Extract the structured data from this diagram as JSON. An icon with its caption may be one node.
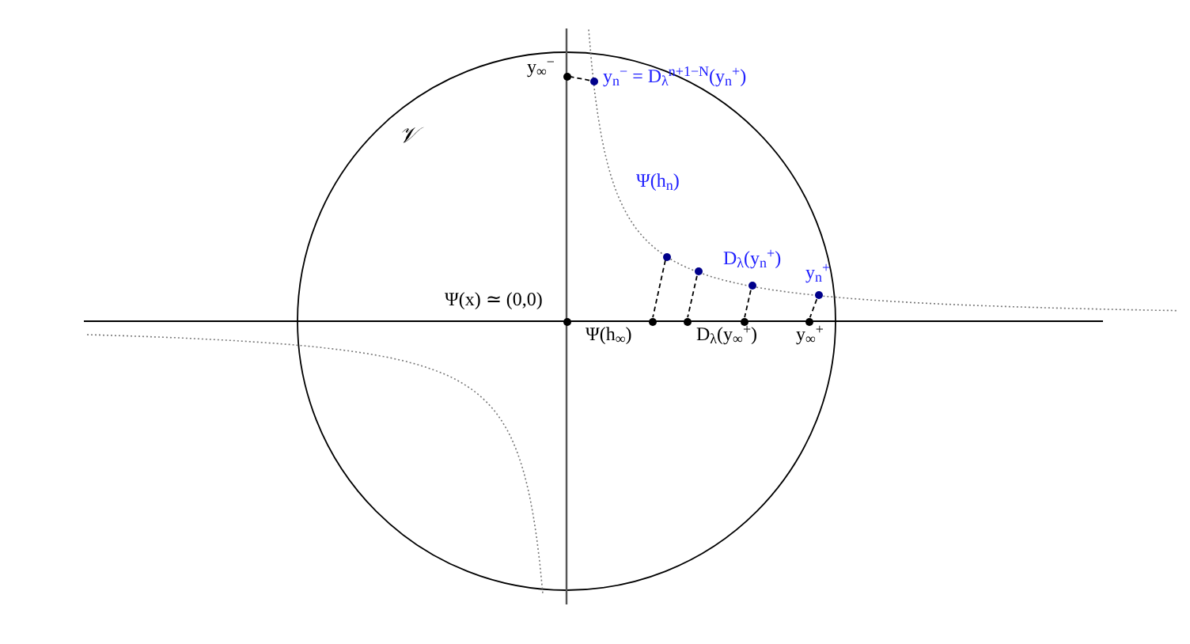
{
  "diagram": {
    "nodes": [
      {
        "text": [],
        "shape": "circle",
        "beside": [
          "y$_{∞}$$^{−}$"
        ]
      },
      {
        "text": [],
        "shape": "circle",
        "beside": [
          "y$_{n}$$^{−}$ = D$_{λ}$$^{n+1−N}$(y$_{n}$$^{+}$)"
        ]
      },
      {
        "text": [],
        "shape": "circle"
      },
      {
        "text": [],
        "shape": "circle"
      },
      {
        "text": [],
        "shape": "circle",
        "beside": [
          "D$_{λ}$(y$_{n}$$^{+}$)"
        ]
      },
      {
        "text": [],
        "shape": "circle",
        "beside": [
          "y$_{n}$$^{+}$"
        ]
      },
      {
        "text": [],
        "shape": "circle",
        "beside": [
          "Ψ(x) ≃ (0,0)"
        ]
      },
      {
        "text": [],
        "shape": "circle",
        "beside": [
          "Ψ(h$_{∞}$)"
        ]
      },
      {
        "text": [],
        "shape": "circle"
      },
      {
        "text": [],
        "shape": "circle",
        "beside": [
          "D$_{λ}$(y$_{∞}$$^{+}$)"
        ]
      },
      {
        "text": [],
        "shape": "circle",
        "beside": [
          "y$_{∞}$$^{+}$"
        ]
      }
    ],
    "edges": [
      {
        "from": 1,
        "to": 0,
        "arrow": "none",
        "style": "dashed"
      },
      {
        "from": 2,
        "to": 7,
        "arrow": "none",
        "style": "dashed"
      },
      {
        "from": 3,
        "to": 8,
        "arrow": "none",
        "style": "dashed"
      },
      {
        "from": 4,
        "to": 9,
        "arrow": "none",
        "style": "dashed"
      },
      {
        "from": 5,
        "to": 10,
        "arrow": "none",
        "style": "dashed"
      }
    ],
    "labels": [
      "𝒱",
      "Ψ(h$_{n}$)"
    ]
  }
}
